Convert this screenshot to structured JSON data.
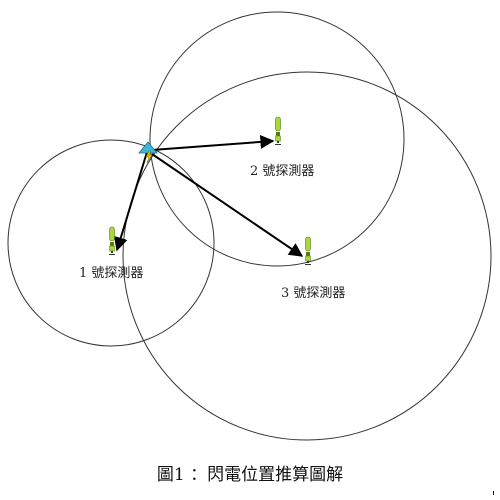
{
  "diagram": {
    "nodes": [
      {
        "id": "lightning",
        "icon": "lightning-strike-icon",
        "fill_color": "#3fb8d8",
        "bolt_color": "#e8c000"
      },
      {
        "id": "d1",
        "label": "1 號探測器",
        "icon": "detector-sensor-icon"
      },
      {
        "id": "d2",
        "label": "2 號探測器",
        "icon": "detector-sensor-icon"
      },
      {
        "id": "d3",
        "label": "3 號探測器",
        "icon": "detector-sensor-icon"
      }
    ],
    "edges": [
      {
        "from": "lightning",
        "to": "d1",
        "style": "arrow"
      },
      {
        "from": "lightning",
        "to": "d2",
        "style": "arrow"
      },
      {
        "from": "lightning",
        "to": "d3",
        "style": "arrow"
      }
    ],
    "range_circles": [
      "d1",
      "d2",
      "d3"
    ],
    "colors": {
      "line": "#333333",
      "arrow": "#000000",
      "detector_body": "#a8d83c",
      "detector_stem": "#5a7a1a"
    }
  },
  "caption": "圖1 ：閃電位置推算圖解"
}
